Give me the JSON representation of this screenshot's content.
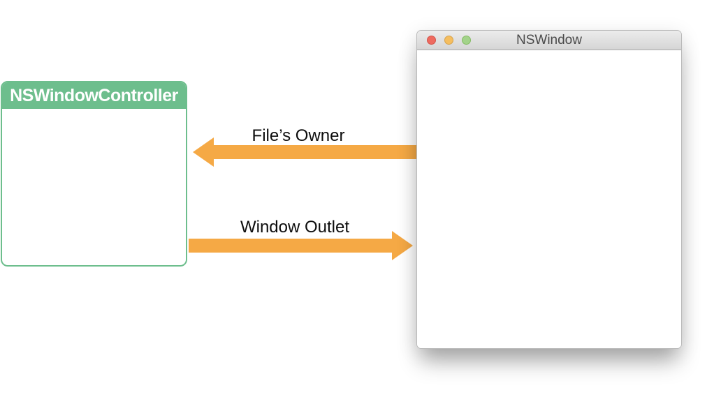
{
  "colors": {
    "arrow_orange": "#F5A945",
    "box_green": "#6DBE8D",
    "titlebar_text": "#4a4a4a"
  },
  "controller_box": {
    "title": "NSWindowController"
  },
  "mac_window": {
    "title": "NSWindow",
    "traffic_lights": [
      {
        "name": "close-button",
        "color": "#EE6A5F",
        "border": "#D2544A"
      },
      {
        "name": "minimize-button",
        "color": "#F5BE5F",
        "border": "#D6A24B"
      },
      {
        "name": "zoom-button",
        "color": "#A3D38A",
        "border": "#84BC63"
      }
    ]
  },
  "arrows": [
    {
      "label": "File’s Owner",
      "direction": "left"
    },
    {
      "label": "Window Outlet",
      "direction": "right"
    }
  ]
}
